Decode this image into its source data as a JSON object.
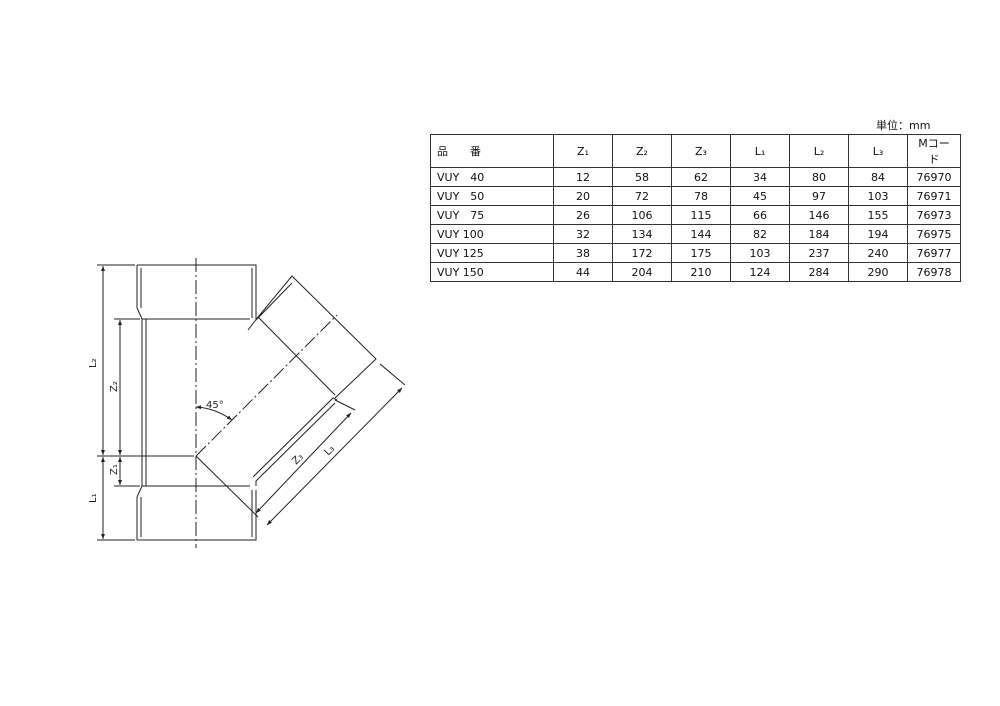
{
  "unit_label": "単位：mm",
  "table": {
    "headers": [
      "品　　番",
      "Z₁",
      "Z₂",
      "Z₃",
      "L₁",
      "L₂",
      "L₃",
      "Mコード"
    ],
    "rows": [
      [
        "VUY　40",
        "12",
        "58",
        "62",
        "34",
        "80",
        "84",
        "76970"
      ],
      [
        "VUY　50",
        "20",
        "72",
        "78",
        "45",
        "97",
        "103",
        "76971"
      ],
      [
        "VUY　75",
        "26",
        "106",
        "115",
        "66",
        "146",
        "155",
        "76973"
      ],
      [
        "VUY 100",
        "32",
        "134",
        "144",
        "82",
        "184",
        "194",
        "76975"
      ],
      [
        "VUY 125",
        "38",
        "172",
        "175",
        "103",
        "237",
        "240",
        "76977"
      ],
      [
        "VUY 150",
        "44",
        "204",
        "210",
        "124",
        "284",
        "290",
        "76978"
      ]
    ]
  },
  "drawing": {
    "angle_label": "45°",
    "dim_labels": {
      "L1": "L₁",
      "L2": "L₂",
      "Z1": "Z₁",
      "Z2": "Z₂",
      "Z3": "Z₃",
      "L3": "L₃"
    }
  }
}
